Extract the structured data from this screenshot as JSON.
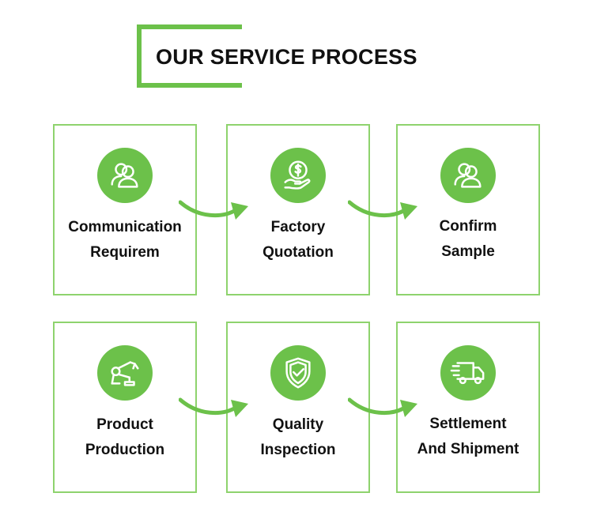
{
  "title": "OUR SERVICE PROCESS",
  "accent_color": "#6cc14a",
  "steps": [
    {
      "line1": "Communication",
      "line2": "Requirem",
      "icon": "users-icon"
    },
    {
      "line1": "Factory",
      "line2": "Quotation",
      "icon": "money-hand-icon"
    },
    {
      "line1": "Confirm",
      "line2": "Sample",
      "icon": "users-icon"
    },
    {
      "line1": "Product",
      "line2": "Production",
      "icon": "robot-arm-icon"
    },
    {
      "line1": "Quality",
      "line2": "Inspection",
      "icon": "shield-check-icon"
    },
    {
      "line1": "Settlement",
      "line2": "And Shipment",
      "icon": "truck-icon"
    }
  ]
}
